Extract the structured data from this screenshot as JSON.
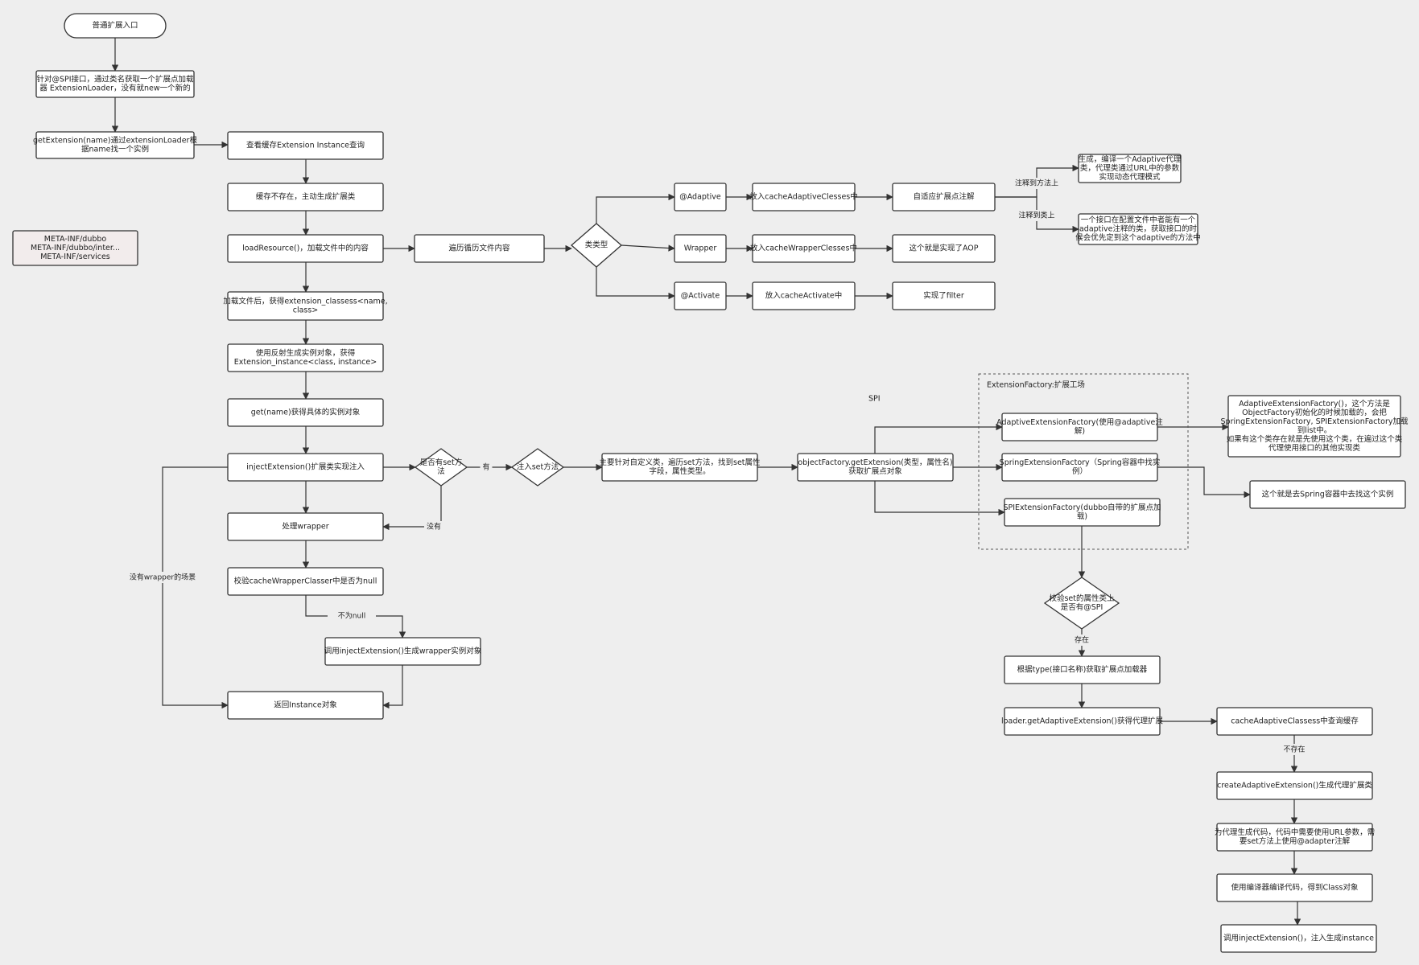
{
  "nodes": {
    "start": "普通扩展入口",
    "n_loader": [
      "针对@SPI接口，通过类名获取一个扩展点加载",
      "器 ExtensionLoader，没有就new一个新的"
    ],
    "n_getext": [
      "getExtension(name)通过extensionLoader根",
      "据name找一个实例"
    ],
    "n_cache": "查看缓存Extension Instance查询",
    "n_nocache": "缓存不存在，主动生成扩展类",
    "n_loadres": "loadResource()，加载文件中的内容",
    "n_meta": [
      "META-INF/dubbo",
      "META-INF/dubbo/inter...",
      "META-INF/services"
    ],
    "n_afterload": [
      "加载文件后，获得extension_classess<name,",
      "class>"
    ],
    "n_reflect": [
      "使用反射生成实例对象，获得",
      "Extension_instance<class, instance>"
    ],
    "n_getname": "get(name)获得具体的实例对象",
    "n_inject": "injectExtension()扩展类实现注入",
    "d_hasset": [
      "是否有set方",
      "法"
    ],
    "d_injectset": "注入set方法",
    "n_mainly": [
      "主要针对自定义类，遍历set方法，找到set属性",
      "字段，属性类型。"
    ],
    "n_objfactory": [
      "objectFactory.getExtension(类型，属性名)",
      "获取扩展点对象"
    ],
    "n_wrapper": "处理wrapper",
    "n_checkwrapper": "校验cacheWrapperClasser中是否为null",
    "n_callinject": "调用injectExtension()生成wrapper实例对象",
    "n_return": "返回Instance对象",
    "n_iterfile": "遍历循历文件内容",
    "d_type": "类类型",
    "n_adaptive": "@Adaptive",
    "n_wrap": "Wrapper",
    "n_activate": "@Activate",
    "n_putadaptive": "放入cacheAdaptiveClesses中",
    "n_putwrapper": "放入cacheWrapperClesses中",
    "n_putactivate": "放入cacheActivate中",
    "n_selfadapt": "自适应扩展点注解",
    "n_aop": "这个就是实现了AOP",
    "n_filter": "实现了filter",
    "n_gen": [
      "生成，编译一个Adaptive代理",
      "类，代理类通过URL中的参数",
      "实现动态代理模式"
    ],
    "n_oneiface": [
      "一个接口在配置文件中者能有一个",
      "adaptive注释的类，获取接口的时",
      "候会优先定到这个adaptive的方法中"
    ],
    "group_label": "ExtensionFactory:扩展工场",
    "spi_text": "SPI",
    "n_adaptfac": [
      "AdaptiveExtensionFactory(使用@adaptive注",
      "解)"
    ],
    "n_springfac": [
      "SpringExtensionFactory（Spring容器中找实",
      "例）"
    ],
    "n_spifac": [
      "SPIExtensionFactory(dubbo自带的扩展点加",
      "载)"
    ],
    "n_adaptnote": [
      "AdaptiveExtensionFactory()，这个方法是",
      "ObjectFactory初始化的时候加载的，会把",
      "SpringExtensionFactory, SPIExtensionFactory加载",
      "到list中。",
      "如果有这个类存在就是先使用这个类，在遍过这个类",
      "代理使用接口的其他实现类"
    ],
    "n_springnote": "这个就是去Spring容器中去找这个实例",
    "d_checkspi": [
      "校验set的属性类上",
      "是否有@SPI"
    ],
    "n_getloader": "根据type(接口名称)获取扩展点加载器",
    "n_getadaptive": "loader.getAdaptiveExtension()获得代理扩展",
    "n_cacheadapt": "cacheAdaptiveClassess中查询缓存",
    "n_create": "createAdaptiveExtension()生成代理扩展类",
    "n_proxycode": [
      "为代理生成代码，代码中需要使用URL参数，需",
      "要set方法上使用@adapter注解"
    ],
    "n_compile": "使用编译器编译代码，得到Class对象",
    "n_callinject2": "调用injectExtension()，注入生成instance"
  },
  "edge_labels": {
    "has": "有",
    "none": "没有",
    "notnull": "不为null",
    "nowrapper": "没有wrapper的场景",
    "onmethod": "注释到方法上",
    "onclass": "注释到类上",
    "exists": "存在",
    "notexists": "不存在"
  }
}
